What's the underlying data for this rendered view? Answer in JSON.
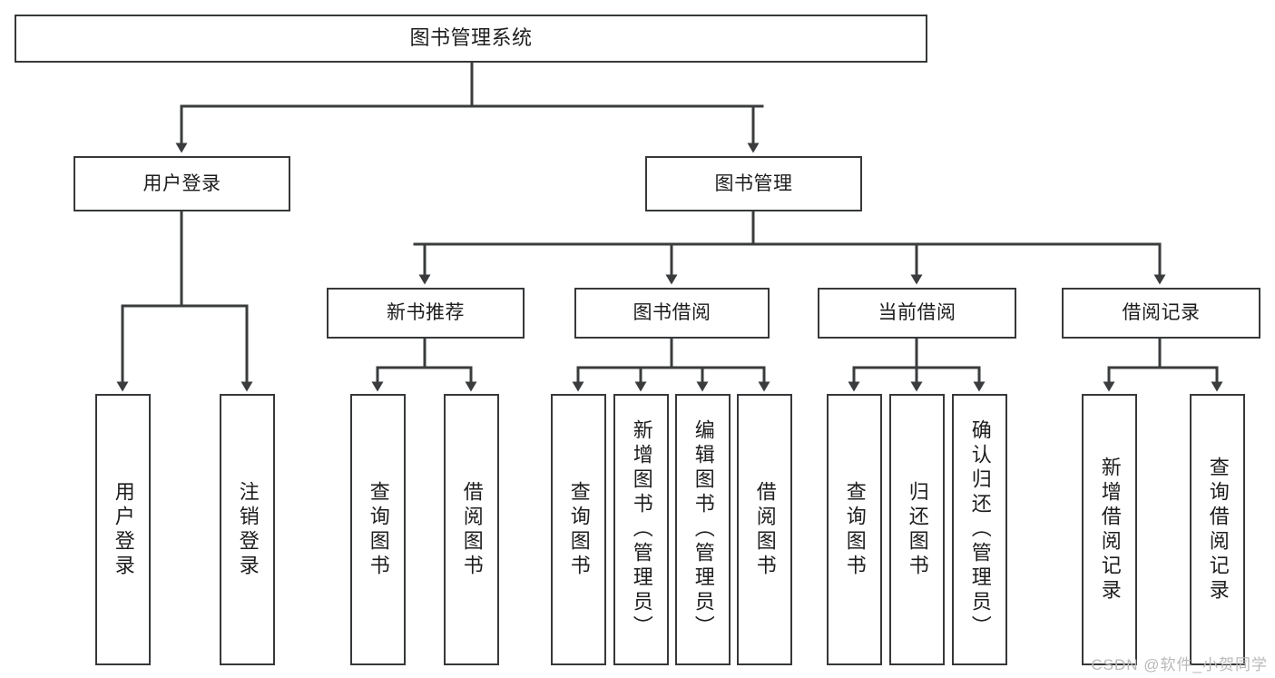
{
  "diagram": {
    "title": "图书管理系统",
    "type": "tree",
    "watermark": "CSDN @软件_小贺同学",
    "colors": {
      "box_border": "#36383a",
      "box_fill": "#ffffff",
      "edge": "#3a3c3e",
      "text": "#1d1d1f",
      "watermark": "#b9b9b9"
    },
    "nodes": {
      "root": {
        "label": "图书管理系统"
      },
      "level2": [
        {
          "id": "user_login",
          "label": "用户登录"
        },
        {
          "id": "book_manage",
          "label": "图书管理"
        }
      ],
      "level3": [
        {
          "id": "new_book_rec",
          "label": "新书推荐",
          "parent": "book_manage"
        },
        {
          "id": "book_borrow",
          "label": "图书借阅",
          "parent": "book_manage"
        },
        {
          "id": "current_borrow",
          "label": "当前借阅",
          "parent": "book_manage"
        },
        {
          "id": "borrow_record",
          "label": "借阅记录",
          "parent": "book_manage"
        }
      ],
      "leaves": {
        "user_login": [
          {
            "id": "leaf_user_login",
            "label": "用户登录"
          },
          {
            "id": "leaf_logout",
            "label": "注销登录"
          }
        ],
        "new_book_rec": [
          {
            "id": "leaf_query_book_1",
            "label": "查询图书"
          },
          {
            "id": "leaf_borrow_book_1",
            "label": "借阅图书"
          }
        ],
        "book_borrow": [
          {
            "id": "leaf_query_book_2",
            "label": "查询图书"
          },
          {
            "id": "leaf_add_book",
            "label": "新增图书（管理员）"
          },
          {
            "id": "leaf_edit_book",
            "label": "编辑图书（管理员）"
          },
          {
            "id": "leaf_borrow_book_2",
            "label": "借阅图书"
          }
        ],
        "current_borrow": [
          {
            "id": "leaf_query_book_3",
            "label": "查询图书"
          },
          {
            "id": "leaf_return_book",
            "label": "归还图书"
          },
          {
            "id": "leaf_confirm_return",
            "label": "确认归还（管理员）"
          }
        ],
        "borrow_record": [
          {
            "id": "leaf_add_record",
            "label": "新增借阅记录"
          },
          {
            "id": "leaf_query_record",
            "label": "查询借阅记录"
          }
        ]
      }
    }
  }
}
